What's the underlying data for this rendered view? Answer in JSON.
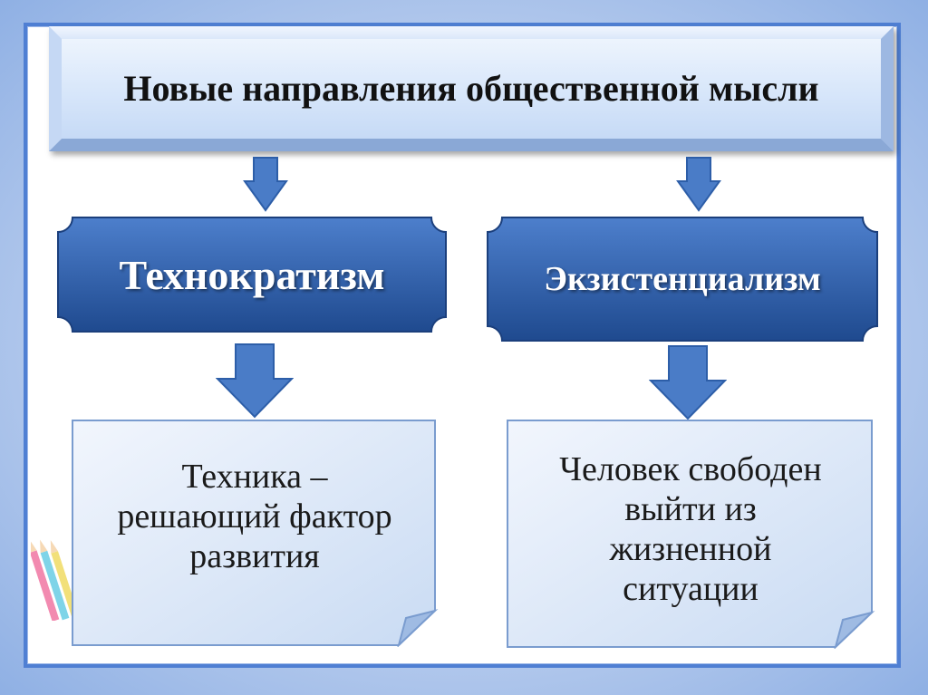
{
  "title": "Новые направления общественной мысли",
  "left_box": "Технократизм",
  "right_box": "Экзистенциализм",
  "left_note_lines": [
    "Техника –",
    "решающий фактор",
    "развития"
  ],
  "right_note_lines": [
    "Человек свободен",
    "выйти из",
    "жизненной",
    "ситуации"
  ],
  "colors": {
    "frame_border": "#4f7fd3",
    "plaque_blue": "#2f5fa8",
    "arrow_blue": "#4a7cc7",
    "note_fill": "#dfe9f8"
  }
}
